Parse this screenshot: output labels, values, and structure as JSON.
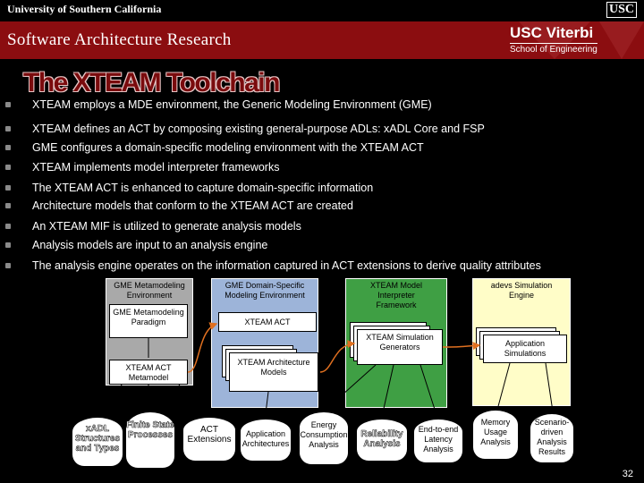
{
  "header": {
    "university": "University of Southern California",
    "usc_logo_text": "USC",
    "banner_title": "Software Architecture Research",
    "viterbi_title": "USC Viterbi",
    "viterbi_subtitle": "School of Engineering"
  },
  "slide": {
    "title": "The XTEAM Toolchain",
    "bullets": [
      "XTEAM employs a MDE environment, the Generic Modeling Environment (GME)",
      "XTEAM defines an ACT by composing existing general-purpose ADLs: xADL Core and FSP",
      "GME configures a domain-specific modeling environment with the XTEAM ACT",
      "XTEAM implements model interpreter frameworks",
      "The XTEAM ACT is enhanced to capture domain-specific information",
      "Architecture models that conform to the XTEAM ACT are created",
      "An XTEAM MIF is utilized to generate analysis models",
      "Analysis models are input to an analysis engine",
      "The analysis engine operates on the information captured in ACT extensions to derive quality attributes"
    ],
    "page_number": "32"
  },
  "diagram": {
    "panel_gme_metamodeling": "GME Metamodeling Environment",
    "gme_paradigm": "GME Metamodeling Paradigm",
    "xteam_act_metamodel": "XTEAM ACT Metamodel",
    "panel_gme_domain": "GME Domain-Specific Modeling Environment",
    "xteam_act": "XTEAM ACT",
    "xteam_arch_models": "XTEAM Architecture Models",
    "panel_interpreter": "XTEAM Model Interpreter Framework",
    "sim_generators": "XTEAM Simulation Generators",
    "panel_adevs": "adevs Simulation Engine",
    "app_simulations": "Application Simulations",
    "ovals": [
      "xADL Structures and Types",
      "Finite State Processes",
      "ACT Extensions",
      "Application Architectures",
      "Energy Consumption Analysis",
      "Reliability Analysis",
      "End-to-end Latency Analysis",
      "Memory Usage Analysis",
      "Scenario-driven Analysis Results"
    ]
  },
  "colors": {
    "banner": "#8b0d10",
    "title": "#7a0b0d",
    "gray_panel": "#a9a9a9",
    "blue_panel": "#9db4d9",
    "green_panel": "#3f9f44",
    "yellow_panel": "#fffdc8"
  }
}
